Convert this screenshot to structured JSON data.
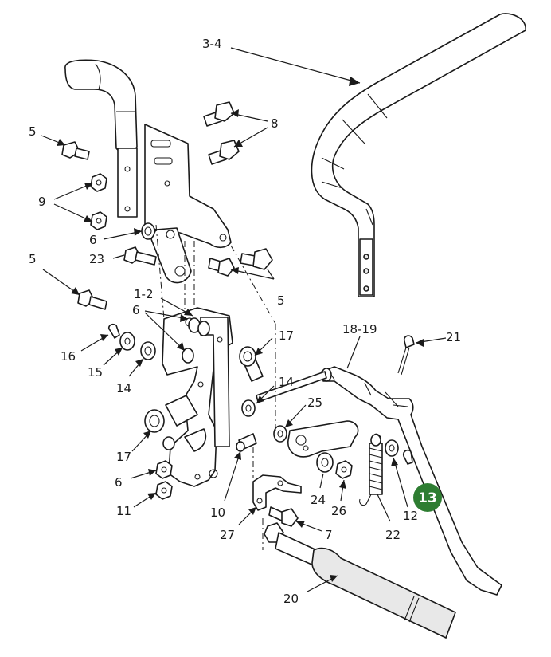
{
  "callouts": [
    {
      "id": "c-3-4",
      "text": "3-4"
    },
    {
      "id": "c-8",
      "text": "8"
    },
    {
      "id": "c-5a",
      "text": "5"
    },
    {
      "id": "c-9",
      "text": "9"
    },
    {
      "id": "c-6a",
      "text": "6"
    },
    {
      "id": "c-23",
      "text": "23"
    },
    {
      "id": "c-5b",
      "text": "5"
    },
    {
      "id": "c-5c",
      "text": "5"
    },
    {
      "id": "c-1-2",
      "text": "1-2"
    },
    {
      "id": "c-6b",
      "text": "6"
    },
    {
      "id": "c-16",
      "text": "16"
    },
    {
      "id": "c-15",
      "text": "15"
    },
    {
      "id": "c-14a",
      "text": "14"
    },
    {
      "id": "c-17a",
      "text": "17"
    },
    {
      "id": "c-14b",
      "text": "14"
    },
    {
      "id": "c-25",
      "text": "25"
    },
    {
      "id": "c-18-19",
      "text": "18-19"
    },
    {
      "id": "c-21",
      "text": "21"
    },
    {
      "id": "c-17b",
      "text": "17"
    },
    {
      "id": "c-6c",
      "text": "6"
    },
    {
      "id": "c-11",
      "text": "11"
    },
    {
      "id": "c-10",
      "text": "10"
    },
    {
      "id": "c-27",
      "text": "27"
    },
    {
      "id": "c-7",
      "text": "7"
    },
    {
      "id": "c-24",
      "text": "24"
    },
    {
      "id": "c-26",
      "text": "26"
    },
    {
      "id": "c-22",
      "text": "22"
    },
    {
      "id": "c-12",
      "text": "12"
    },
    {
      "id": "c-20",
      "text": "20"
    }
  ],
  "badge": {
    "text": "13",
    "color": "#2e7d32"
  },
  "colors": {
    "line": "#1a1a1a",
    "background": "#ffffff"
  }
}
